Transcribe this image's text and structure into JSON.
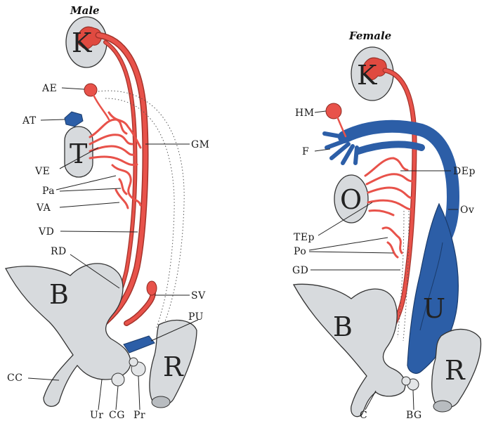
{
  "titles": {
    "male": "Male",
    "female": "Female"
  },
  "male": {
    "organ_letters": {
      "kidney": "K",
      "testis": "T",
      "bladder": "B",
      "rectum": "R"
    },
    "labels": {
      "ae": "AE",
      "at": "AT",
      "ve": "VE",
      "pa": "Pa",
      "va": "VA",
      "vd": "VD",
      "rd": "RD",
      "cc": "CC",
      "ur": "Ur",
      "cg": "CG",
      "pr": "Pr",
      "gm": "GM",
      "sv": "SV",
      "pu": "PU"
    }
  },
  "female": {
    "organ_letters": {
      "kidney": "K",
      "ovary": "O",
      "bladder": "B",
      "rectum": "R",
      "uterus": "U"
    },
    "labels": {
      "hm": "HM",
      "f": "F",
      "tep": "TEp",
      "po": "Po",
      "gd": "GD",
      "c": "C",
      "bg": "BG",
      "dep": "DEp",
      "ov": "Ov"
    }
  },
  "colors": {
    "mesonephric": "#e8524a",
    "paramesonephric": "#2c5ea7",
    "organ": "#d7dadd"
  }
}
